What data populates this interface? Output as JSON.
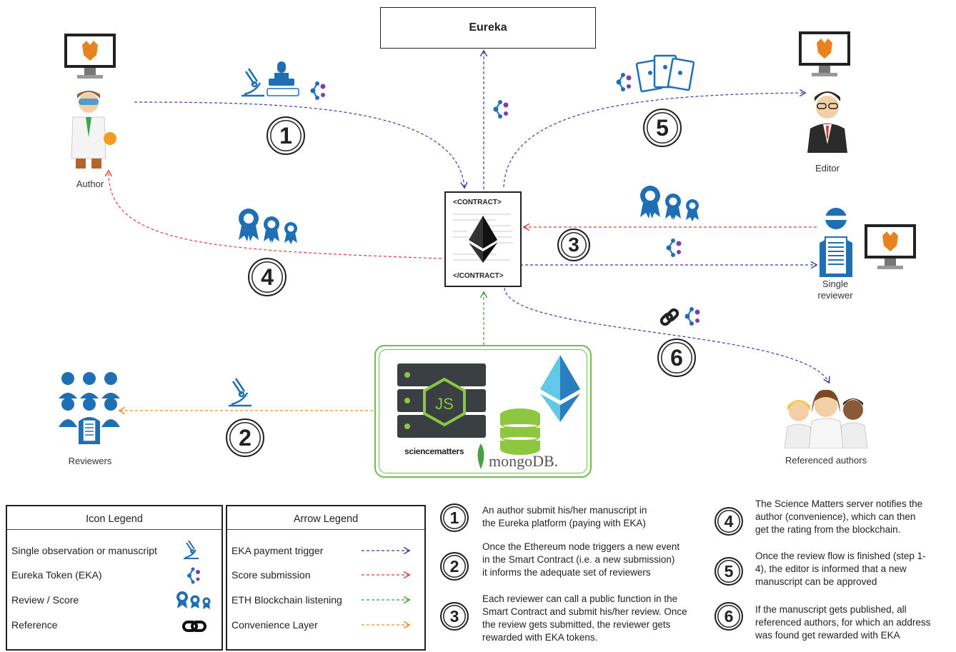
{
  "title_box": "Eureka",
  "actors": {
    "author": "Author",
    "editor": "Editor",
    "reviewer": "Single\nreviewer",
    "reviewers": "Reviewers",
    "referenced": "Referenced authors"
  },
  "contract": {
    "open": "<CONTRACT>",
    "close": "</CONTRACT>"
  },
  "server": {
    "brand": "sciencematters",
    "db": "mongoDB."
  },
  "step_numbers": [
    "1",
    "2",
    "3",
    "4",
    "5",
    "6"
  ],
  "icon_legend": {
    "title": "Icon Legend",
    "rows": [
      "Single observation or manuscript",
      "Eureka Token (EKA)",
      "Review / Score",
      "Reference"
    ]
  },
  "arrow_legend": {
    "title": "Arrow Legend",
    "rows": [
      "EKA payment trigger",
      "Score submission",
      "ETH Blockchain listening",
      "Convenience Layer"
    ]
  },
  "steps": [
    {
      "n": "1",
      "lines": [
        "An author submit his/her manuscript in",
        "the Eureka platform (paying with EKA)"
      ]
    },
    {
      "n": "2",
      "lines": [
        "Once the Ethereum node triggers a new event",
        "in the Smart Contract (i.e. a new submission)",
        "it informs the adequate set of reviewers"
      ]
    },
    {
      "n": "3",
      "lines": [
        "Each reviewer can call a public function in the",
        "Smart Contract and submit his/her review. Once",
        "the review gets submitted, the reviewer gets",
        "rewarded with EKA tokens."
      ]
    },
    {
      "n": "4",
      "lines": [
        "The Science Matters server notifies the",
        "author (convenience), which can then",
        "get the rating from the blockchain."
      ]
    },
    {
      "n": "5",
      "lines": [
        "Once the review flow is finished (step 1-",
        "4), the editor is informed that a new",
        "manuscript can be approved"
      ]
    },
    {
      "n": "6",
      "lines": [
        "If the manuscript gets published, all",
        "referenced authors, for which an address",
        "was found get rewarded with EKA"
      ]
    }
  ],
  "colors": {
    "payment": "#3b3bb0",
    "score": "#e03b3b",
    "listen": "#3aa83a",
    "convenience": "#f08c2a",
    "icon_blue": "#1f6fb5"
  }
}
